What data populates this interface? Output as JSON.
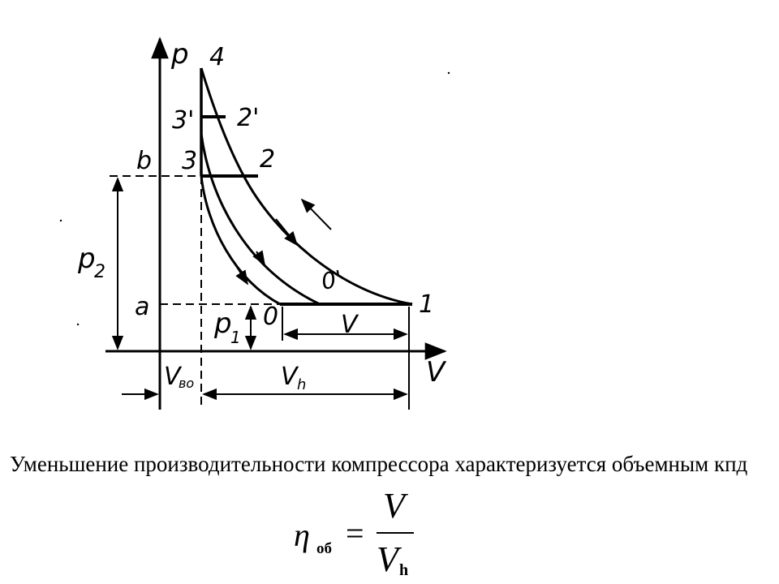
{
  "diagram": {
    "labels": {
      "p_axis": "p",
      "v_axis": "V",
      "point_4": "4",
      "point_3prime": "3'",
      "point_2prime": "2'",
      "point_b": "b",
      "point_3": "3",
      "point_2": "2",
      "point_p2": "p",
      "point_p2_sub": "2",
      "point_0prime": "0'",
      "point_a": "a",
      "point_0": "0",
      "point_1": "1",
      "point_p1": "p",
      "point_p1_sub": "1",
      "dim_v": "V",
      "dim_vdead": "V",
      "dim_vdead_sub": "во",
      "dim_vh": "V",
      "dim_vh_sub": "h"
    }
  },
  "caption": {
    "text": "Уменьшение производительности компрессора характеризуется объемным кпд"
  },
  "formula": {
    "eta": "η",
    "eta_sub": "об",
    "equals": "=",
    "numerator": "V",
    "denominator": "V",
    "denominator_sub": "h"
  }
}
